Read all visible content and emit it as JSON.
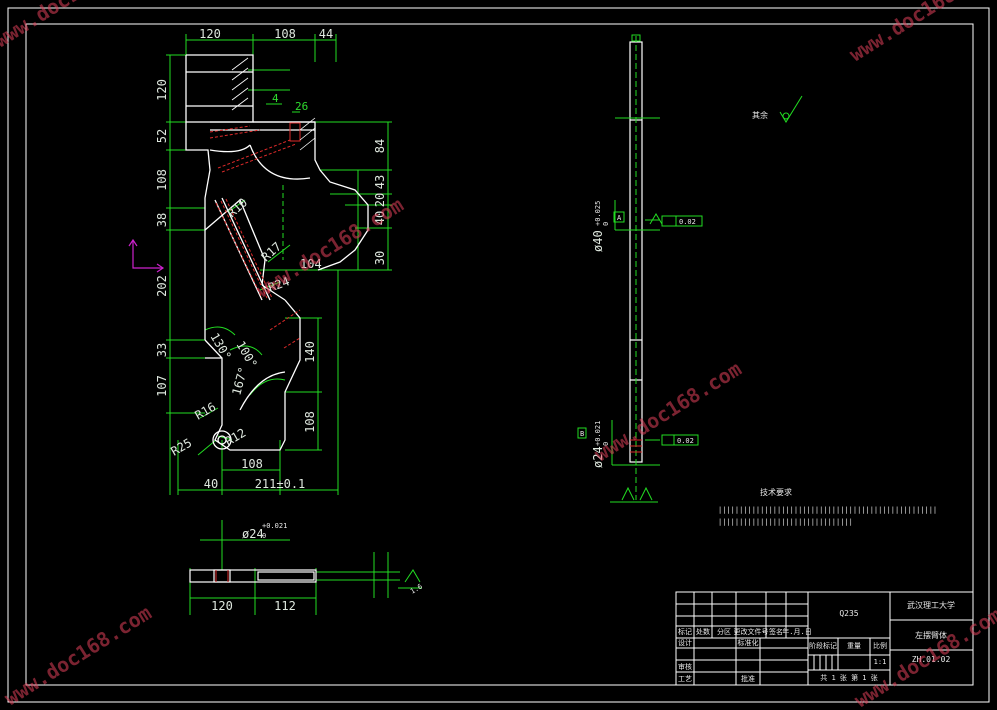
{
  "watermark": "www.doc168.com",
  "colors": {
    "background": "#000000",
    "outline": "#ffffff",
    "dimension": "#22dd22",
    "hatch": "#cc2222",
    "ucs": "#cc22cc",
    "watermark": "#e0405a"
  },
  "front_view": {
    "top_dims": [
      "120",
      "108",
      "44"
    ],
    "dim_26": "26",
    "dim_4": "4",
    "left_dims": [
      "120",
      "52",
      "108",
      "38",
      "202",
      "33",
      "107"
    ],
    "right_dims": [
      "84",
      "43",
      "20",
      "40",
      "30"
    ],
    "dim_104": "104",
    "dim_140": "140",
    "dim_108_right": "108",
    "radii": [
      "R10",
      "R17",
      "R24",
      "R16",
      "R25",
      "R12"
    ],
    "angles": [
      "130°",
      "100°",
      "167°"
    ],
    "bottom_dims": [
      "108",
      "40",
      "211±0.1"
    ]
  },
  "bottom_view": {
    "dia_label": "ø24",
    "tol_upper": "+0.021",
    "tol_lower": "0",
    "dims": [
      "120",
      "112"
    ],
    "small_note": "1.6"
  },
  "side_view": {
    "rough_label": "其余",
    "tol1_upper": "+0.025",
    "tol1_lower": "0",
    "dia1": "ø40",
    "tol2_upper": "+0.021",
    "tol2_lower": "0",
    "dia2": "ø24",
    "datum_a": "A",
    "datum_b": "B",
    "gt1": "0.02",
    "gt2": "0.02"
  },
  "tech": {
    "title": "技术要求",
    "line1": "||||||||||||||||||||||||||||||||||||||||||||||||||||",
    "line2": "||||||||||||||||||||||||||||||||"
  },
  "title_block": {
    "material": "Q235",
    "school": "武汉理工大学",
    "part": "左摆臂体",
    "drawing_no": "ZH.01.02",
    "scale": "1:1",
    "sheets": "共 1 张  第 1 张",
    "headers": [
      "标记",
      "处数",
      "分区",
      "更改文件号",
      "签名",
      "年.月.日"
    ],
    "stage_headers": [
      "阶段标记",
      "重量",
      "比例"
    ],
    "roles": [
      "设计",
      "审核",
      "工艺"
    ],
    "roles2": [
      "标准化",
      "批准"
    ]
  }
}
